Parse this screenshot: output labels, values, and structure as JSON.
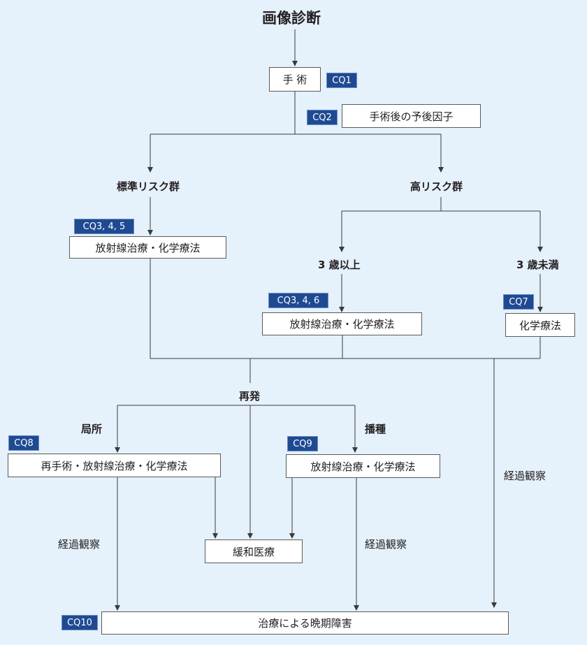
{
  "title": "画像診断",
  "boxes": {
    "surgery": "手 術",
    "prognosis": "手術後の予後因子",
    "std_rx": "放射線治療・化学療法",
    "age3up_rx": "放射線治療・化学療法",
    "under3_rx": "化学療法",
    "local_rx": "再手術・放射線治療・化学療法",
    "seed_rx": "放射線治療・化学療法",
    "palliative": "緩和医療",
    "late": "治療による晩期障害"
  },
  "labels": {
    "standard_risk": "標準リスク群",
    "high_risk": "高リスク群",
    "age_3_up": "3 歳以上",
    "age_under_3": "3 歳未満",
    "relapse": "再発",
    "local": "局所",
    "seeding": "播種",
    "followup_right": "経過観察",
    "followup_left": "経過観察",
    "followup_mid": "経過観察"
  },
  "cq": {
    "cq1": "CQ1",
    "cq2": "CQ2",
    "cq345": "CQ3, 4, 5",
    "cq346": "CQ3, 4, 6",
    "cq7": "CQ7",
    "cq8": "CQ8",
    "cq9": "CQ9",
    "cq10": "CQ10"
  },
  "colors": {
    "background": "#e5f1fb",
    "cq_badge": "#1f4a92",
    "line": "#3a3a3a"
  }
}
